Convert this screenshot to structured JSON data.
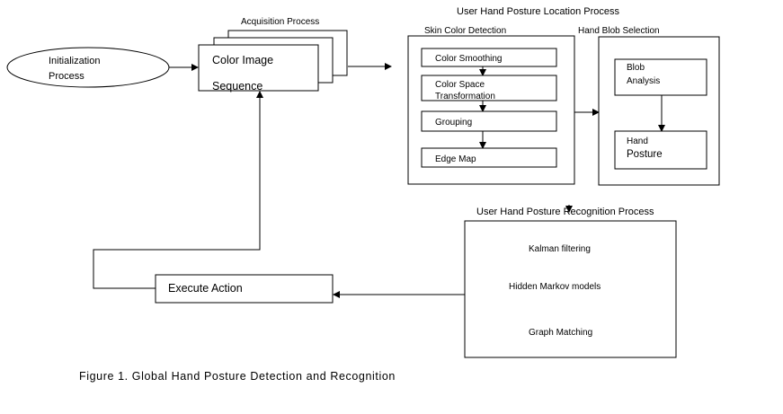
{
  "diagram": {
    "acquisition_title": "Acquisition Process",
    "location_title": "User Hand Posture Location Process",
    "skin_title": "Skin Color Detection",
    "blob_title": "Hand Blob Selection",
    "recognition_title": "User Hand Posture Recognition Process",
    "init_line1": "Initialization",
    "init_line2": "Process",
    "sequence_line1": "Color Image",
    "sequence_line2": "Sequence",
    "smoothing": "Color Smoothing",
    "transform_line1": "Color Space",
    "transform_line2": "Transformation",
    "grouping": "Grouping",
    "edge_map": "Edge Map",
    "blob_line1": "Blob",
    "blob_line2": "Analysis",
    "posture_line1": "Hand",
    "posture_line2": "Posture",
    "kalman": "Kalman filtering",
    "hmm": "Hidden Markov models",
    "graph": "Graph Matching",
    "execute": "Execute Action"
  },
  "caption": "Figure 1. Global Hand Posture Detection and Recognition"
}
